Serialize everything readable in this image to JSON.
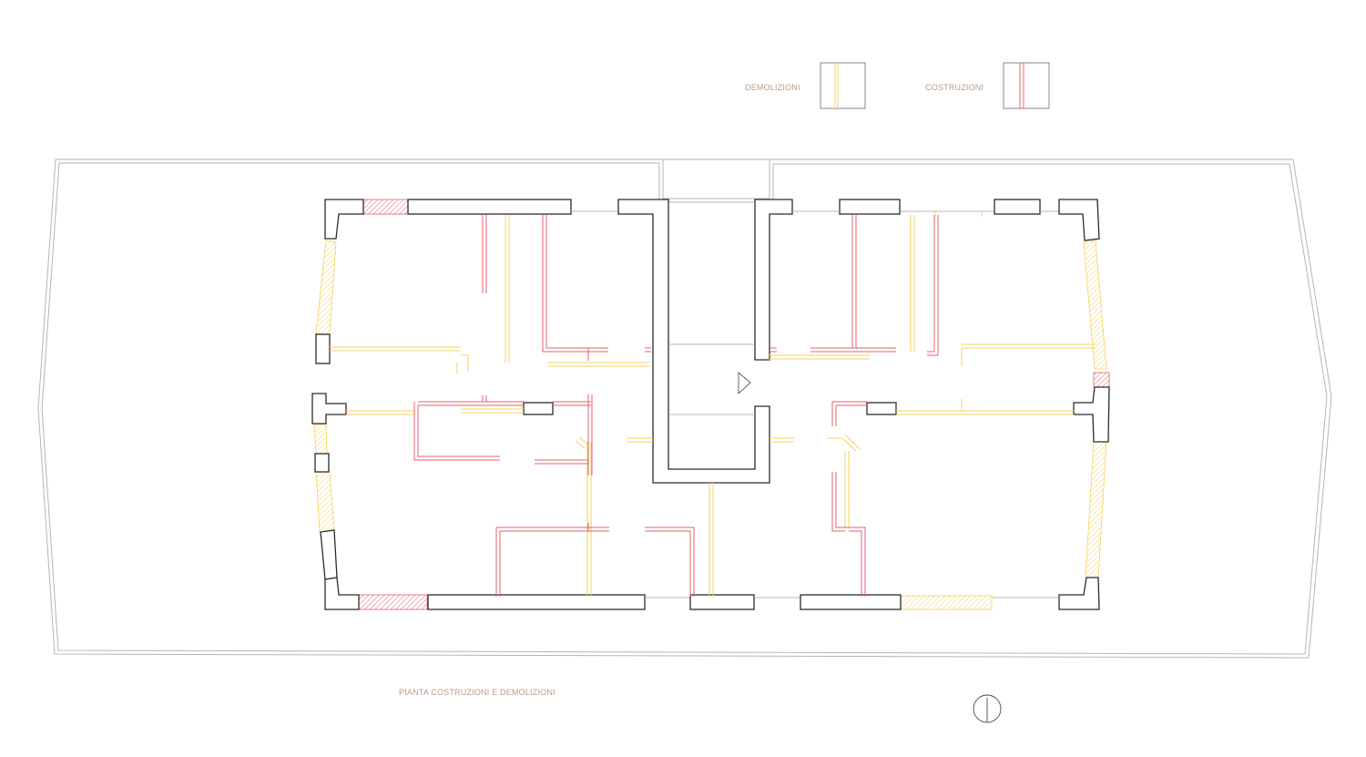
{
  "legend": {
    "demolition_label": "DEMOLIZIONI",
    "construction_label": "COSTRUZIONI"
  },
  "drawing": {
    "title": "PIANTA COSTRUZIONI E DEMOLIZIONI"
  },
  "colors": {
    "demolition": "#f4d25e",
    "construction": "#e4606b",
    "wall": "#2b2b2b",
    "text": "#b79a86",
    "outline": "#b5b5b5"
  },
  "icons": [
    "entrance-arrow-icon",
    "north-arrow-icon"
  ]
}
